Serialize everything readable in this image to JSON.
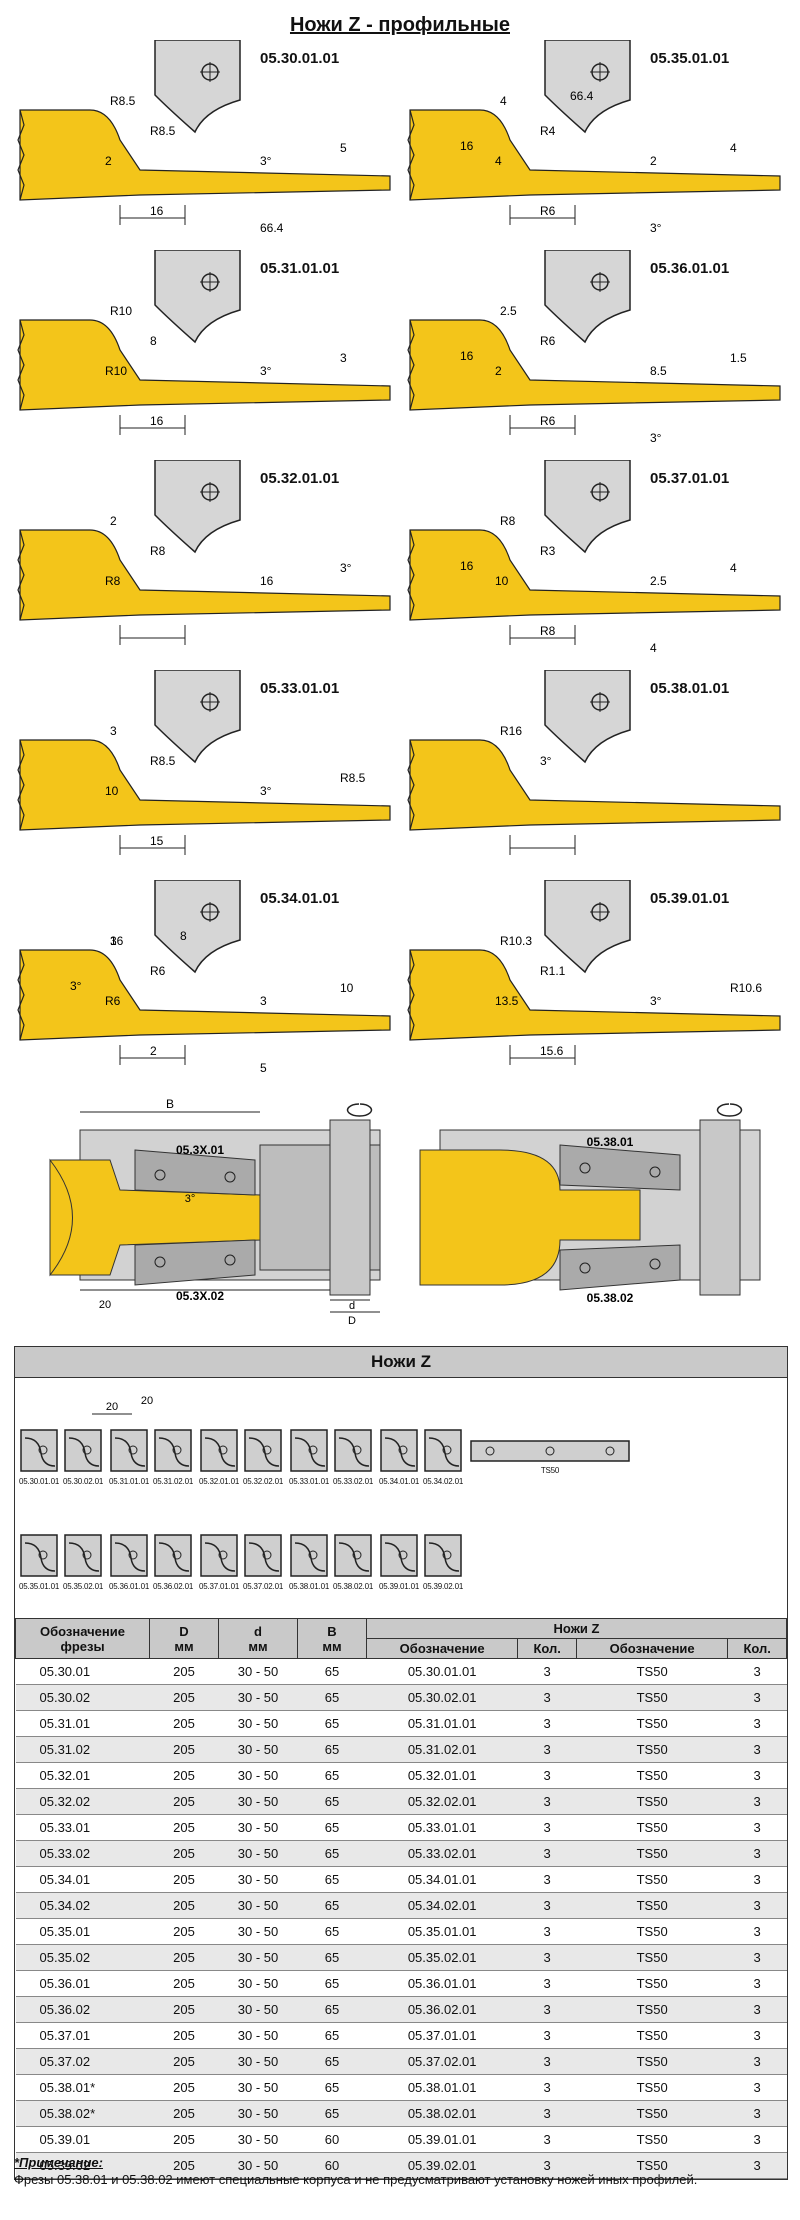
{
  "title": "Ножи Z  - профильные",
  "profiles": [
    {
      "code": "05.30.01.01",
      "dims": [
        "R8.5",
        "R8.5",
        "2",
        "5",
        "3°",
        "16",
        "66.4"
      ]
    },
    {
      "code": "05.35.01.01",
      "dims": [
        "4",
        "R4",
        "4",
        "4",
        "2",
        "R6",
        "3°",
        "16",
        "66.4"
      ]
    },
    {
      "code": "05.31.01.01",
      "dims": [
        "R10",
        "8",
        "R10",
        "3",
        "3°",
        "16"
      ]
    },
    {
      "code": "05.36.01.01",
      "dims": [
        "2.5",
        "R6",
        "2",
        "1.5",
        "8.5",
        "R6",
        "3°",
        "16"
      ]
    },
    {
      "code": "05.32.01.01",
      "dims": [
        "2",
        "R8",
        "R8",
        "3°",
        "16"
      ]
    },
    {
      "code": "05.37.01.01",
      "dims": [
        "R8",
        "R3",
        "10",
        "4",
        "2.5",
        "R8",
        "4",
        "16"
      ]
    },
    {
      "code": "05.33.01.01",
      "dims": [
        "3",
        "R8.5",
        "10",
        "R8.5",
        "3°",
        "15"
      ]
    },
    {
      "code": "05.38.01.01",
      "dims": [
        "R16",
        "3°"
      ]
    },
    {
      "code": "05.34.01.01",
      "dims": [
        "3",
        "R6",
        "R6",
        "10",
        "3",
        "2",
        "5",
        "3°",
        "8",
        "16"
      ]
    },
    {
      "code": "05.39.01.01",
      "dims": [
        "R10.3",
        "R1.1",
        "13.5",
        "R10.6",
        "3°",
        "15.6"
      ]
    }
  ],
  "assembly": {
    "left": {
      "b": "B",
      "top": "05.3X.01",
      "bottom": "05.3X.02",
      "angle": "3°",
      "w": "20",
      "d": "d",
      "D": "D"
    },
    "right": {
      "top": "05.38.01",
      "bottom": "05.38.02"
    }
  },
  "knives_panel": {
    "title": "Ножи Z",
    "dim_a": "20",
    "dim_b": "20",
    "row1": [
      "05.30.01.01",
      "05.30.02.01",
      "05.31.01.01",
      "05.31.02.01",
      "05.32.01.01",
      "05.32.02.01",
      "05.33.01.01",
      "05.33.02.01",
      "05.34.01.01",
      "05.34.02.01"
    ],
    "ts": "TS50",
    "row2": [
      "05.35.01.01",
      "05.35.02.01",
      "05.36.01.01",
      "05.36.02.01",
      "05.37.01.01",
      "05.37.02.01",
      "05.38.01.01",
      "05.38.02.01",
      "05.39.01.01",
      "05.39.02.01"
    ]
  },
  "table": {
    "h_cutter": "Обозначение фрезы",
    "h_D": "D",
    "h_d": "d",
    "h_B": "B",
    "h_mm": "мм",
    "h_knives": "Ножи Z",
    "h_code": "Обозначение",
    "h_qty": "Кол.",
    "rows": [
      [
        "05.30.01",
        "205",
        "30 - 50",
        "65",
        "05.30.01.01",
        "3",
        "TS50",
        "3"
      ],
      [
        "05.30.02",
        "205",
        "30 - 50",
        "65",
        "05.30.02.01",
        "3",
        "TS50",
        "3"
      ],
      [
        "05.31.01",
        "205",
        "30 - 50",
        "65",
        "05.31.01.01",
        "3",
        "TS50",
        "3"
      ],
      [
        "05.31.02",
        "205",
        "30 - 50",
        "65",
        "05.31.02.01",
        "3",
        "TS50",
        "3"
      ],
      [
        "05.32.01",
        "205",
        "30 - 50",
        "65",
        "05.32.01.01",
        "3",
        "TS50",
        "3"
      ],
      [
        "05.32.02",
        "205",
        "30 - 50",
        "65",
        "05.32.02.01",
        "3",
        "TS50",
        "3"
      ],
      [
        "05.33.01",
        "205",
        "30 - 50",
        "65",
        "05.33.01.01",
        "3",
        "TS50",
        "3"
      ],
      [
        "05.33.02",
        "205",
        "30 - 50",
        "65",
        "05.33.02.01",
        "3",
        "TS50",
        "3"
      ],
      [
        "05.34.01",
        "205",
        "30 - 50",
        "65",
        "05.34.01.01",
        "3",
        "TS50",
        "3"
      ],
      [
        "05.34.02",
        "205",
        "30 - 50",
        "65",
        "05.34.02.01",
        "3",
        "TS50",
        "3"
      ],
      [
        "05.35.01",
        "205",
        "30 - 50",
        "65",
        "05.35.01.01",
        "3",
        "TS50",
        "3"
      ],
      [
        "05.35.02",
        "205",
        "30 - 50",
        "65",
        "05.35.02.01",
        "3",
        "TS50",
        "3"
      ],
      [
        "05.36.01",
        "205",
        "30 - 50",
        "65",
        "05.36.01.01",
        "3",
        "TS50",
        "3"
      ],
      [
        "05.36.02",
        "205",
        "30 - 50",
        "65",
        "05.36.02.01",
        "3",
        "TS50",
        "3"
      ],
      [
        "05.37.01",
        "205",
        "30 - 50",
        "65",
        "05.37.01.01",
        "3",
        "TS50",
        "3"
      ],
      [
        "05.37.02",
        "205",
        "30 - 50",
        "65",
        "05.37.02.01",
        "3",
        "TS50",
        "3"
      ],
      [
        "05.38.01*",
        "205",
        "30 - 50",
        "65",
        "05.38.01.01",
        "3",
        "TS50",
        "3"
      ],
      [
        "05.38.02*",
        "205",
        "30 - 50",
        "65",
        "05.38.02.01",
        "3",
        "TS50",
        "3"
      ],
      [
        "05.39.01",
        "205",
        "30 - 50",
        "60",
        "05.39.01.01",
        "3",
        "TS50",
        "3"
      ],
      [
        "05.39.02",
        "205",
        "30 - 50",
        "60",
        "05.39.02.01",
        "3",
        "TS50",
        "3"
      ]
    ]
  },
  "note": {
    "title": "*Примечание:",
    "text": "Фрезы 05.38.01 и 05.38.02 имеют специальные корпуса и не предусматривают установку ножей иных профилей."
  }
}
